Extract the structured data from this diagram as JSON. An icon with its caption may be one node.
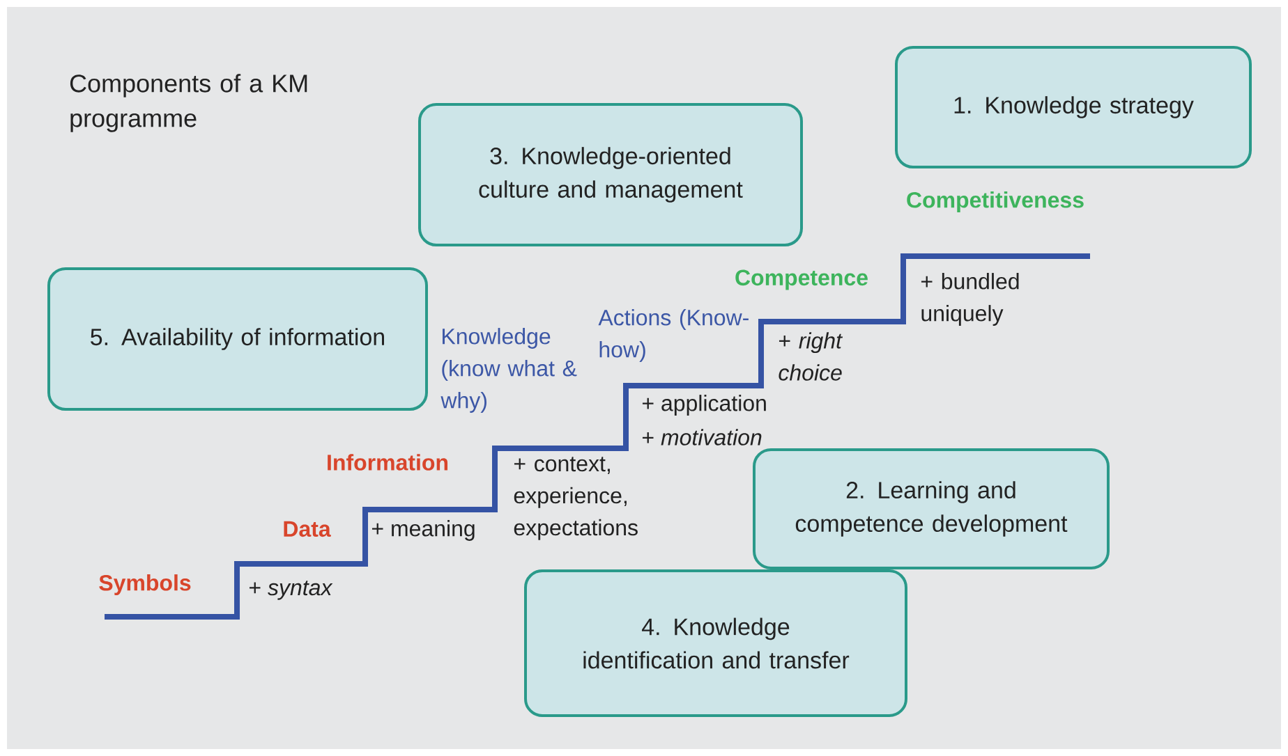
{
  "diagram": {
    "title": "Components of a KM programme",
    "nodes": [
      {
        "text": [
          "1. Knowledge strategy"
        ]
      },
      {
        "text": [
          "3. Knowledge-oriented culture and management"
        ]
      },
      {
        "text": [
          "5. Availability of information"
        ]
      },
      {
        "text": [
          "2. Learning and competence development"
        ]
      },
      {
        "text": [
          "4. Knowledge identification and transfer"
        ]
      }
    ],
    "labels": [
      "Competitiveness",
      "Competence",
      "+ bundled uniquely",
      "Actions (Know-how)",
      "+ *right choice*",
      "Knowledge (know what & why)",
      "+ application",
      "+ *motivation*",
      "Information",
      "+ context, experience, expectations",
      "Data",
      "+ meaning",
      "Symbols",
      "+ *syntax*"
    ]
  }
}
